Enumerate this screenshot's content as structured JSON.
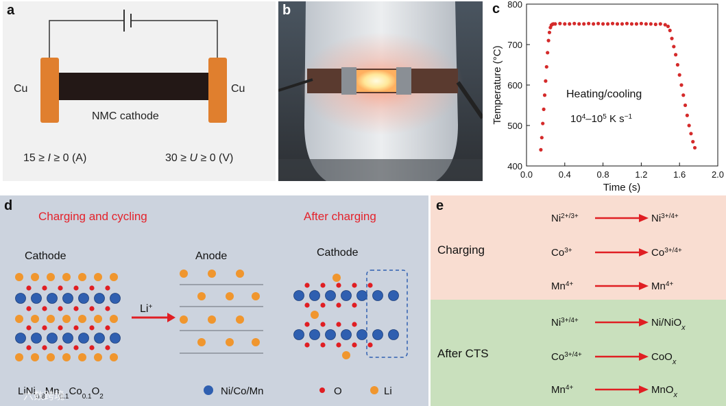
{
  "panel_a": {
    "label": "a",
    "left_electrode": "Cu",
    "right_electrode": "Cu",
    "cathode_label": "NMC cathode",
    "current_eq": {
      "prefix": "15 ≥ ",
      "var": "I",
      "suffix": " ≥ 0 (A)"
    },
    "voltage_eq": {
      "prefix": "30 ≥ ",
      "var": "U",
      "suffix": " ≥ 0 (V)"
    },
    "colors": {
      "background": "#f1f1f1",
      "electrode": "#e07f2e",
      "cathode": "#231816"
    }
  },
  "panel_b": {
    "label": "b",
    "description_hidden": ""
  },
  "panel_c": {
    "label": "c",
    "ylabel": "Temperature (°C)",
    "xlabel": "Time (s)",
    "annotation_line1": "Heating/cooling",
    "annotation_line2": {
      "a": "10",
      "a_sup": "4",
      "mid": "–10",
      "b_sup": "5",
      "unit": " K s",
      "unit_sup": "−1"
    }
  },
  "chart_data": {
    "type": "scatter",
    "xlabel": "Time (s)",
    "ylabel": "Temperature (°C)",
    "xlim": [
      0.0,
      2.0
    ],
    "ylim": [
      400,
      800
    ],
    "xticks": [
      "0.0",
      "0.4",
      "0.8",
      "1.2",
      "1.6",
      "2.0"
    ],
    "yticks": [
      "400",
      "500",
      "600",
      "700",
      "800"
    ],
    "color": "#d42a2a",
    "x": [
      0.15,
      0.16,
      0.17,
      0.18,
      0.19,
      0.2,
      0.21,
      0.22,
      0.23,
      0.24,
      0.25,
      0.26,
      0.27,
      0.28,
      0.3,
      0.35,
      0.4,
      0.45,
      0.5,
      0.55,
      0.6,
      0.65,
      0.7,
      0.75,
      0.8,
      0.85,
      0.9,
      0.95,
      1.0,
      1.05,
      1.1,
      1.15,
      1.2,
      1.25,
      1.3,
      1.35,
      1.4,
      1.45,
      1.48,
      1.5,
      1.52,
      1.54,
      1.56,
      1.58,
      1.6,
      1.62,
      1.64,
      1.66,
      1.68,
      1.7,
      1.72,
      1.74,
      1.76
    ],
    "y": [
      440,
      470,
      505,
      540,
      575,
      610,
      645,
      680,
      710,
      730,
      742,
      748,
      750,
      751,
      751,
      752,
      751,
      751,
      752,
      751,
      751,
      752,
      751,
      752,
      751,
      751,
      752,
      751,
      751,
      752,
      751,
      751,
      752,
      751,
      751,
      750,
      751,
      749,
      745,
      735,
      715,
      695,
      675,
      650,
      625,
      600,
      575,
      550,
      525,
      500,
      480,
      460,
      445
    ]
  },
  "panel_d": {
    "label": "d",
    "title_left": "Charging and cycling",
    "title_right": "After charging",
    "cathode_left": "Cathode",
    "anode": "Anode",
    "cathode_right": "Cathode",
    "arrow_label": "Li",
    "arrow_label_sup": "+",
    "formula": {
      "a": "LiNi",
      "a_sub": "0.8",
      "b": "Mn",
      "b_sub": "0.1",
      "c": "Co",
      "c_sub": "0.1",
      "d": "O",
      "d_sub": "2"
    },
    "legend": {
      "tm": "Ni/Co/Mn",
      "o": "O",
      "li": "Li"
    },
    "watermark": "六数跨境",
    "colors": {
      "background": "#ccd3de",
      "title": "#e4222b",
      "tm": "#2f5fb0",
      "o": "#e01e23",
      "li": "#f0962e"
    }
  },
  "panel_e": {
    "label": "e",
    "group1": "Charging",
    "group2": "After CTS",
    "rows": [
      {
        "from": "Ni",
        "from_sup": "2+/3+",
        "to": "Ni",
        "to_sup": "3+/4+",
        "to_x": ""
      },
      {
        "from": "Co",
        "from_sup": "3+",
        "to": "Co",
        "to_sup": "3+/4+",
        "to_x": ""
      },
      {
        "from": "Mn",
        "from_sup": "4+",
        "to": "Mn",
        "to_sup": "4+",
        "to_x": ""
      },
      {
        "from": "Ni",
        "from_sup": "3+/4+",
        "to": "Ni/NiO",
        "to_sup": "",
        "to_x": "x"
      },
      {
        "from": "Co",
        "from_sup": "3+/4+",
        "to": "CoO",
        "to_sup": "",
        "to_x": "x"
      },
      {
        "from": "Mn",
        "from_sup": "4+",
        "to": "MnO",
        "to_sup": "",
        "to_x": "x"
      }
    ],
    "colors": {
      "top": "#f9ddd1",
      "bottom": "#c9e0bd",
      "arrow": "#e01e23"
    }
  }
}
